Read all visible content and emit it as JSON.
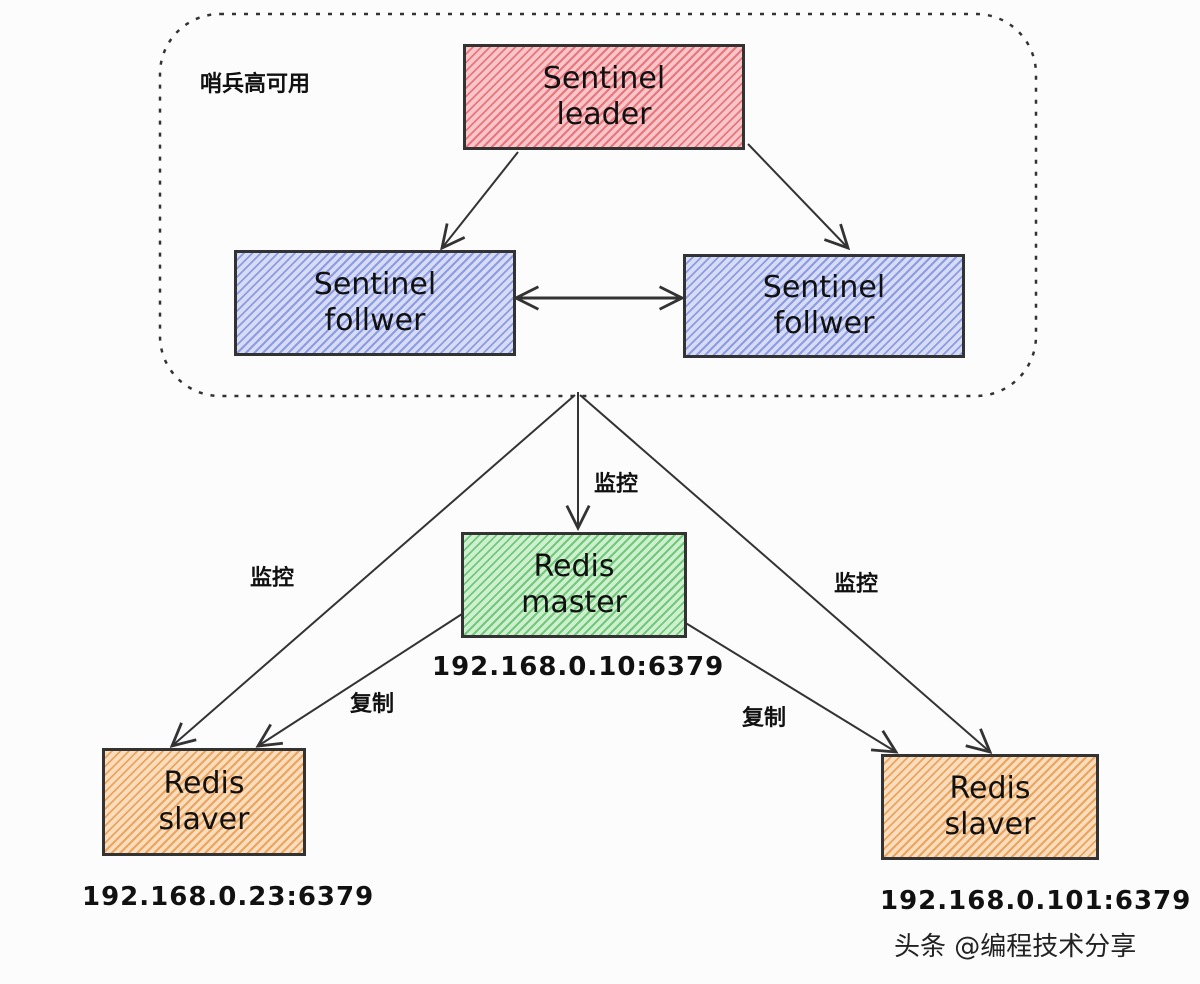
{
  "group_label": "哨兵高可用",
  "nodes": {
    "leader": {
      "line1": "Sentinel",
      "line2": "leader"
    },
    "follower1": {
      "line1": "Sentinel",
      "line2": "follwer"
    },
    "follower2": {
      "line1": "Sentinel",
      "line2": "follwer"
    },
    "master": {
      "line1": "Redis",
      "line2": "master"
    },
    "slave1": {
      "line1": "Redis",
      "line2": "slaver"
    },
    "slave2": {
      "line1": "Redis",
      "line2": "slaver"
    }
  },
  "addresses": {
    "master": "192.168.0.10:6379",
    "slave1": "192.168.0.23:6379",
    "slave2": "192.168.0.101:6379"
  },
  "edge_labels": {
    "monitor_center": "监控",
    "monitor_left": "监控",
    "monitor_right": "监控",
    "replicate_left": "复制",
    "replicate_right": "复制"
  },
  "watermark": "头条 @编程技术分享",
  "colors": {
    "leader": "#f8c6c9",
    "follower": "#d6dcf6",
    "master": "#cdf0cf",
    "slave": "#fbdcbc",
    "stroke": "#333333"
  }
}
